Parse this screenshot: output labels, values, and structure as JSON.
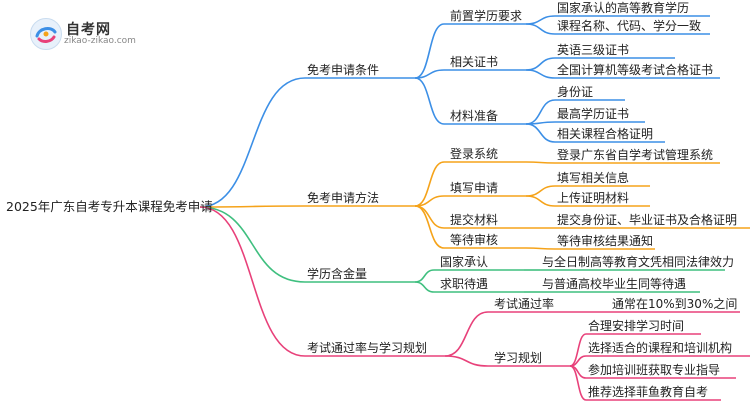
{
  "logo": {
    "title": "自考网",
    "url": "zikao-zikao.com"
  },
  "colors": {
    "blue": "#3c8fe6",
    "orange": "#f5a31a",
    "green": "#3fbf7f",
    "pink": "#e8417a"
  },
  "root": "2025年广东自考专升本课程免考申请",
  "branches": [
    {
      "label": "免考申请条件",
      "color_key": "blue",
      "children": [
        {
          "label": "前置学历要求",
          "children": [
            "国家承认的高等教育学历",
            "课程名称、代码、学分一致"
          ]
        },
        {
          "label": "相关证书",
          "children": [
            "英语三级证书",
            "全国计算机等级考试合格证书"
          ]
        },
        {
          "label": "材料准备",
          "children": [
            "身份证",
            "最高学历证书",
            "相关课程合格证明"
          ]
        }
      ]
    },
    {
      "label": "免考申请方法",
      "color_key": "orange",
      "children": [
        {
          "label": "登录系统",
          "children": [
            "登录广东省自学考试管理系统"
          ]
        },
        {
          "label": "填写申请",
          "children": [
            "填写相关信息",
            "上传证明材料"
          ]
        },
        {
          "label": "提交材料",
          "children": [
            "提交身份证、毕业证书及合格证明"
          ]
        },
        {
          "label": "等待审核",
          "children": [
            "等待审核结果通知"
          ]
        }
      ]
    },
    {
      "label": "学历含金量",
      "color_key": "green",
      "children": [
        {
          "label": "国家承认",
          "children": [
            "与全日制高等教育文凭相同法律效力"
          ]
        },
        {
          "label": "求职待遇",
          "children": [
            "与普通高校毕业生同等待遇"
          ]
        }
      ]
    },
    {
      "label": "考试通过率与学习规划",
      "color_key": "pink",
      "children": [
        {
          "label": "考试通过率",
          "children": [
            "通常在10%到30%之间"
          ]
        },
        {
          "label": "学习规划",
          "children": [
            "合理安排学习时间",
            "选择适合的课程和培训机构",
            "参加培训班获取专业指导",
            "推荐选择菲鱼教育自考"
          ]
        }
      ]
    }
  ]
}
